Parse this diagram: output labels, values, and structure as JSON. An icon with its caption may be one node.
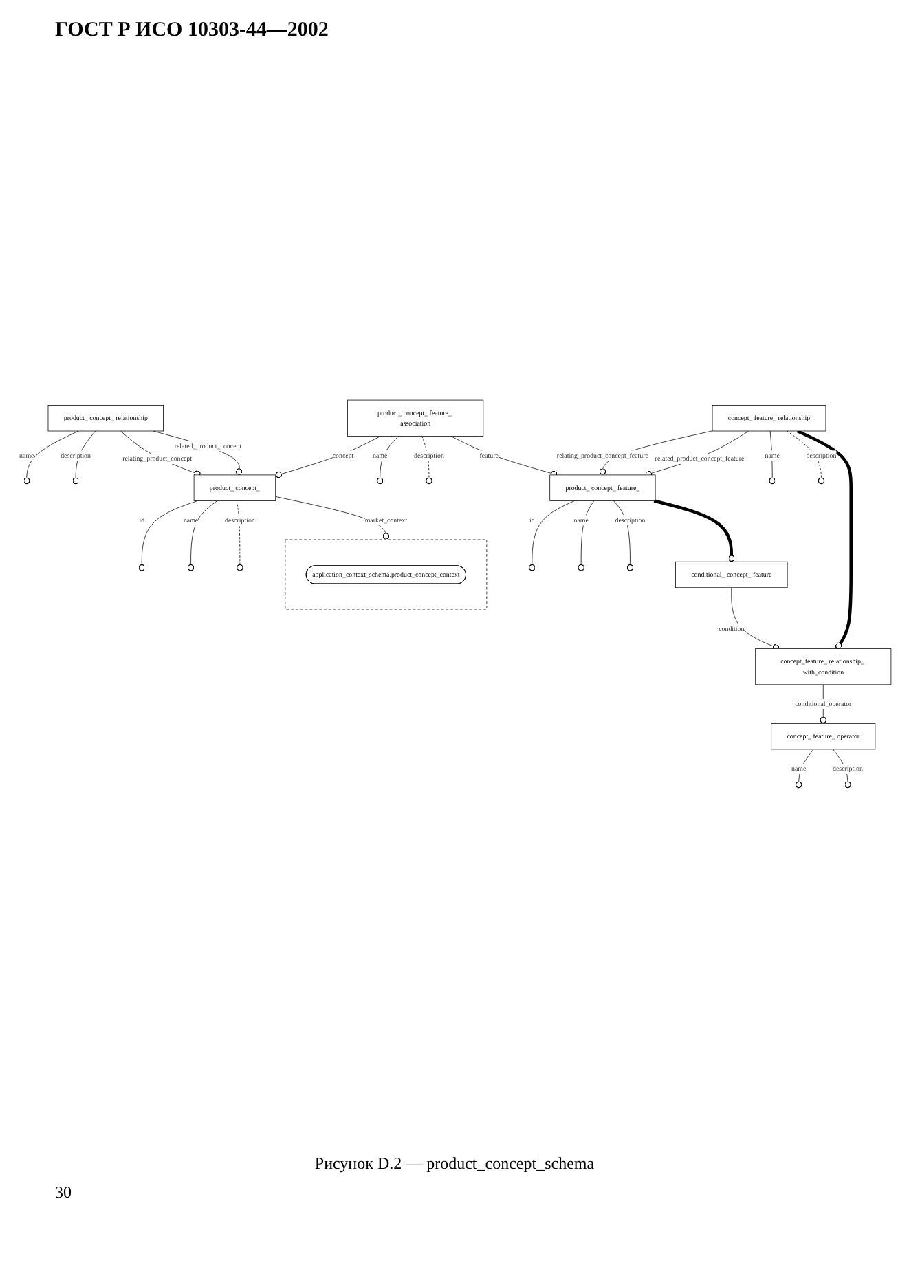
{
  "diagram": {
    "title": "ГОСТ Р ИСО 10303-44—2002",
    "caption": "Рисунок D.2 — product_concept_schema",
    "nodes": [
      {
        "text": [],
        "shape": "box"
      },
      {
        "text": [
          "application_context_schema.product_concept_context"
        ],
        "in": 0
      },
      {
        "text": [
          "product_ concept_ relationship"
        ]
      },
      {
        "text": [
          "product_ concept_"
        ]
      },
      {
        "text": [
          "product_ concept_ feature_ association"
        ]
      },
      {
        "text": [
          "product_ concept_ feature_"
        ]
      },
      {
        "text": [
          "concept_ feature_ relationship"
        ]
      },
      {
        "text": [
          "conditional_ concept_ feature"
        ]
      },
      {
        "text": [
          "concept_feature_ relationship_ with_condition"
        ]
      },
      {
        "text": [
          "concept_ feature_ operator"
        ]
      }
    ],
    "edges": [
      {
        "from": 2,
        "to": null,
        "arrow": "other",
        "label": "name"
      },
      {
        "from": 2,
        "to": null,
        "arrow": "other",
        "label": "description"
      },
      {
        "from": 3,
        "to": 0,
        "arrow": "other",
        "label": "market_context"
      },
      {
        "from": 2,
        "to": 3,
        "arrow": "other",
        "label": "relating_product_concept"
      },
      {
        "from": 2,
        "to": 3,
        "arrow": "other",
        "label": "related_product_concept"
      },
      {
        "from": 3,
        "to": null,
        "arrow": "other",
        "label": "id"
      },
      {
        "from": 3,
        "to": null,
        "arrow": "other",
        "label": "name"
      },
      {
        "from": 3,
        "to": null,
        "arrow": "other",
        "label": "description",
        "style": "dashed"
      },
      {
        "from": 4,
        "to": 3,
        "arrow": "other",
        "label": "concept"
      },
      {
        "from": 4,
        "to": null,
        "arrow": "other",
        "label": "name"
      },
      {
        "from": 4,
        "to": null,
        "arrow": "other",
        "label": "description",
        "style": "dashed"
      },
      {
        "from": 4,
        "to": 5,
        "arrow": "other",
        "label": "feature"
      },
      {
        "from": 5,
        "to": null,
        "arrow": "other",
        "label": "id"
      },
      {
        "from": 5,
        "to": null,
        "arrow": "other",
        "label": "name"
      },
      {
        "from": 5,
        "to": null,
        "arrow": "other",
        "label": "description"
      },
      {
        "from": 6,
        "to": 5,
        "arrow": "other",
        "label": "relating_product_concept_feature"
      },
      {
        "from": 6,
        "to": 5,
        "arrow": "other",
        "label": "related_product_concept_feature"
      },
      {
        "from": 6,
        "to": null,
        "arrow": "other",
        "label": "name"
      },
      {
        "from": 6,
        "to": null,
        "arrow": "other",
        "label": "description",
        "style": "dashed"
      },
      {
        "from": 5,
        "to": 7,
        "arrow": "other",
        "style": "thick"
      },
      {
        "from": 7,
        "to": 8,
        "arrow": "other",
        "label": "condition"
      },
      {
        "from": 6,
        "to": 8,
        "arrow": "other",
        "style": "thick"
      },
      {
        "from": 8,
        "to": 9,
        "arrow": "other",
        "label": "conditional_operator"
      },
      {
        "from": 9,
        "to": null,
        "arrow": "other",
        "label": "name"
      },
      {
        "from": 9,
        "to": null,
        "arrow": "other",
        "label": "description"
      }
    ],
    "labels": [
      "30"
    ]
  }
}
